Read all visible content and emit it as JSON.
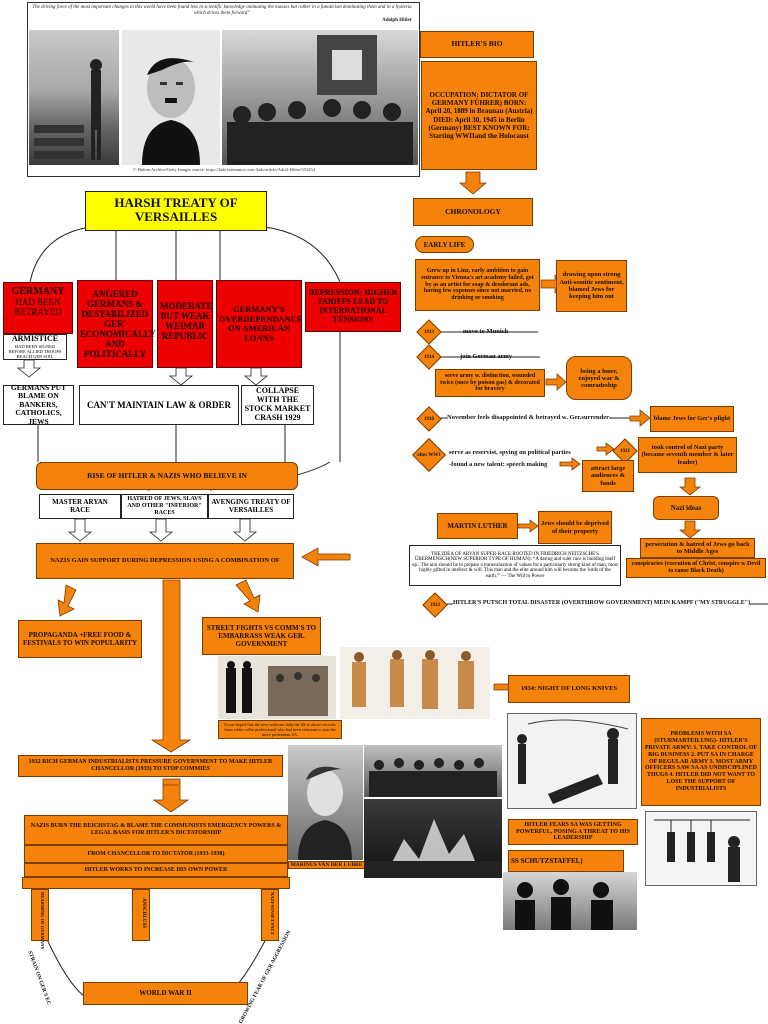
{
  "header": {
    "quote": "The driving force of the most important changes in this world have been found less in scientific knowledge animating the masses but rather in a fanaticism dominating them and in a hysteria which drives them forward”",
    "quote_author": "Adolph Hitler",
    "photo_caption": "© Hulton Archive/Getty Images source: https://kids.britannica.com /kids/article/Adolf-Hitler/353254"
  },
  "bio": {
    "title": "HITLER'S BIO",
    "details": "OCCUPATION: DICTATOR OF GERMANY FÜHRER) BORN: April 20, 1889 in Braunau (Austria) DIED: April 30, 1945 in Berlin (Germany) BEST KNOWN FOR: Starting WWIIand the Holocaust"
  },
  "chronology": {
    "title": "CHRONOLOGY",
    "early_life": "EARLY LIFE",
    "grew_up": "Grew up in Linz, early ambition to gain entrance to Vienna's art academy failed, got by as an artist for soap & deodorant ads, having few expenses since not married, no drinking or smoking",
    "antisemitic": "drawing upon strong Anti-semitic sentiment, blamed Jews for keeping him out",
    "y1913": "1913",
    "munich": "move to Munich",
    "y1914": "1914",
    "army": "join German army",
    "serve": "serve army w. distinction, wounded twice (once by poison gas) & decorated for bravery",
    "loner": "being a loner, enjoyed war & comradeship",
    "y1918": "1918",
    "betrayed": "November feels disappointed & betrayed w. Ger.surrender",
    "blame_jews": "blame Jews for Ger's plight",
    "after_ww1": "after WW1",
    "reservist": "serve as reservist, spying on political parties",
    "talent": "-found a new talent: speech making",
    "y1921": "1921",
    "nazi_control": "took control of Nazi party (became seventh member & later leader)",
    "attract": "attract large audiences & funds",
    "nazi_ideas": "Nazi ideas",
    "luther": "MARTIN LUTHER",
    "jews_deprived": "Jews should be deprived of their property",
    "persecution": "persecution & hatred of Jews go back to Middle Ages",
    "conspiracies": "conspiracies (execution of Christ, conspire w Devil to cause Black Death)",
    "aryan_quote": "THE IDEA OF ARYAN SUPER-RACE ROOTED IN FRIEDRICH NEITZSCHE'S ÜBERMENSCH(NEW SUPERIOR TYPE OF HUMAN): “A daring and ruler race is building itself up...The aim should be to prepare a transvaluation of values for a particularly strong kind of man, most highly gifted in intellect & will. This man and the elite around him will become the 'lords of the earth.'” — The Will to Power",
    "y1923": "1923",
    "putsch": "HITLER'S PUTSCH TOTAL DISASTER (OVERTHROW GOVERNMENT) MEIN KAMPF (\"MY STRUGGLE\")"
  },
  "treaty": {
    "title": "HARSH TREATY OF VERSAILLES",
    "c1_title": "GERMANY",
    "c1_sub": "HAD BEEN BETRAYED",
    "c2": "ANGERED GERMANS & DESTABILIZED GER' ECONOMICALLY AND POLITICALLY",
    "c3": "MODERATE BUT WEAK WEIMAR REPUBLIC",
    "c4": "GERMANY'S OVERDEPENDANCE ON AMERICAN LOANS",
    "c5": "DEPRESSION: HIGHER TARIFFS LEAD TO INTERNATIONAL TENSIONS",
    "armistice": "ARMISTICE",
    "armistice_sub": "HAD BEEN SIGNED BEFORE ALLIED TROOPS REACH GER SOIL",
    "blame": "GERMANS PUT BLAME ON BANKERS, CATHOLICS, JEWS",
    "law": "CAN'T MAINTAIN LAW & ORDER",
    "collapse": "COLLAPSE WITH THE STOCK MARKET CRASH 1929"
  },
  "rise": {
    "title": "RISE OF HITLER & NAZIS WHO BELIEVE IN",
    "b1": "MASTER ARYAN RACE",
    "b2": "HATRED OF JEWS, SLAVS AND OTHER \"INFERIOR\" RACES",
    "b3": "AVENGING TREATY OF VERSAILLES",
    "support": "NAZIS GAIN SUPPORT DURING DEPRESSION USING A COMBINATION OF",
    "propaganda": "PROPAGANDA +FREE FOOD & FESTIVALS TO WIN POPULARITY",
    "street": "STREET FIGHTS VS COMM'S TO EMBARRASS WEAK GER. GOVERNMENT",
    "uniform_caption": "It was hoped that the new uniforms help the SS to attract recruits from white collar professional who had been reluctant to join the more proletarian SA.",
    "long_knives": "1934: NIGHT OF LONG KNIVES",
    "problems": "PROBLEMS WITH SA (STURMABTEILUNG)- HITLER'S PRIVATE ARMY: 1. TAKE CONTROL OF BIG BUSINESS 2. PUT SA IN CHARGE OF REGULAR ARMY 3. MOST ARMY OFFICERS SAW SA AS UNDISCIPLINED THUGS 4. HITLER DID NOT WANT TO LOSE THE SUPPORT OF INDUSTRIALISTS",
    "fears": "HITLER FEARS SA WAS GETTING POWERFUL, POSING A THREAT TO HIS LEADERSHIP",
    "ss": "SS SCHUTZSTAFFEL)",
    "industrialists": "1932 RICH GERMAN INDUSTRIALISTS PRESSURE GOVERNMENT TO MAKE HITLER CHANCELLOR (1933) TO STOP COMMIES",
    "reichstag": "NAZIS BURN THE REICHSTAG & BLAME THE COMMUNISTS EMERGENCY POWERS & LEGAL BASIS FOR HITLER'S DICTATORSHIP",
    "dictator": "FROM CHANCELLOR TO DICTATOR (1933-1938)",
    "increase": "HITLER WORKS TO INCREASE HIS OWN POWER",
    "lubbe": "MARINUS VAN DER LUBBE",
    "pillar1": "REARMING OF GERMANY",
    "pillar2": "ANSCHLUSS",
    "pillar3": "NAZI-SOVIET PACT",
    "strain": "STRAIN ON GER'S EC",
    "fear": "GROWING FEAR OF GER AGGRESSION",
    "ww2": "WORLD WAR II"
  }
}
